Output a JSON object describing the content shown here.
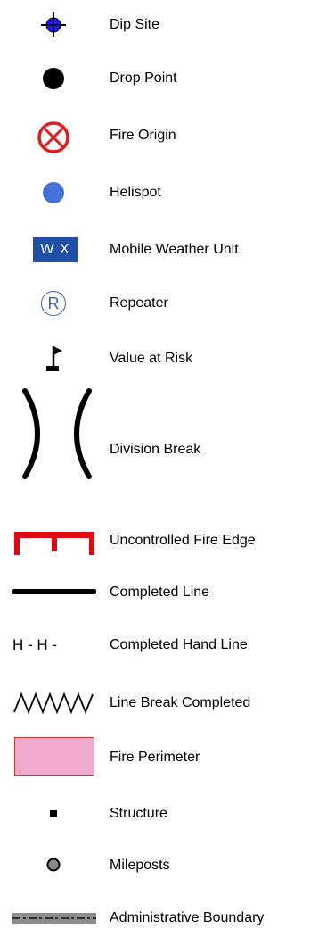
{
  "legend": {
    "items": [
      {
        "label": "Dip Site",
        "icon": "dip-site-icon"
      },
      {
        "label": "Drop Point",
        "icon": "drop-point-icon"
      },
      {
        "label": "Fire Origin",
        "icon": "fire-origin-icon"
      },
      {
        "label": "Helispot",
        "icon": "helispot-icon"
      },
      {
        "label": "Mobile Weather Unit",
        "icon": "mobile-weather-unit-icon",
        "badge_text": "W X"
      },
      {
        "label": "Repeater",
        "icon": "repeater-icon",
        "badge_text": "R"
      },
      {
        "label": "Value at Risk",
        "icon": "value-at-risk-icon"
      },
      {
        "label": "Division Break",
        "icon": "division-break-icon"
      },
      {
        "label": "Uncontrolled Fire Edge",
        "icon": "uncontrolled-fire-edge-icon"
      },
      {
        "label": "Completed Line",
        "icon": "completed-line-icon"
      },
      {
        "label": "Completed Hand Line",
        "icon": "completed-hand-line-icon",
        "symbol_text": "H - H -"
      },
      {
        "label": "Line Break Completed",
        "icon": "line-break-completed-icon"
      },
      {
        "label": "Fire Perimeter",
        "icon": "fire-perimeter-icon"
      },
      {
        "label": "Structure",
        "icon": "structure-icon"
      },
      {
        "label": "Mileposts",
        "icon": "mileposts-icon"
      },
      {
        "label": "Administrative Boundary",
        "icon": "administrative-boundary-icon"
      }
    ]
  },
  "colors": {
    "dip_site": "#1a1aff",
    "fire_origin": "#e8191c",
    "helispot": "#4472d8",
    "weather_unit_bg": "#1f4fa6",
    "repeater": "#3a5fb0",
    "uncontrolled_edge": "#e30613",
    "fire_perimeter_fill": "#f0a9cf",
    "fire_perimeter_stroke": "#c8383c",
    "milepost_fill": "#8a8a8a",
    "boundary": "#555555"
  }
}
